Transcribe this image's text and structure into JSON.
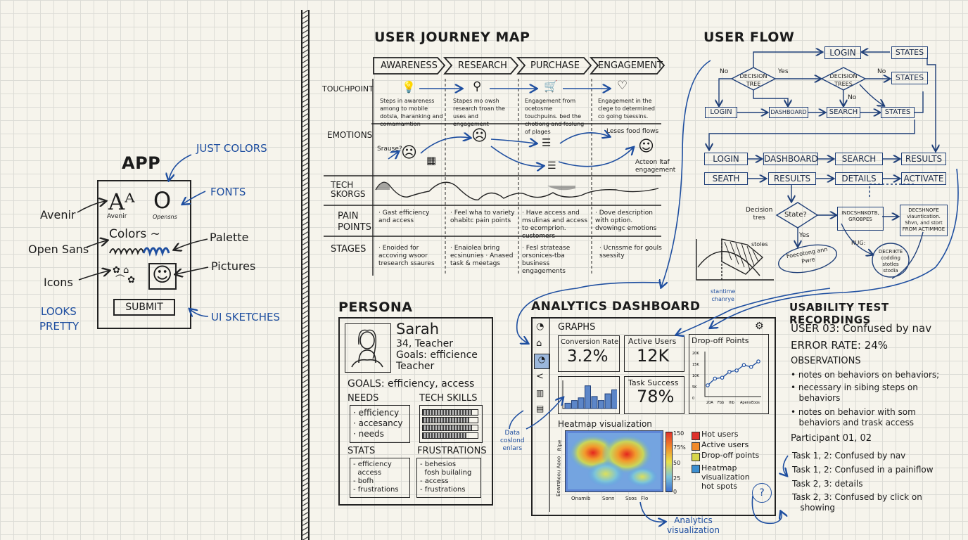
{
  "app": {
    "title": "APP",
    "aa_glyph": "Aᴬ",
    "font1": "Avenir",
    "o_glyph": "O",
    "font2": "Opensns",
    "colors": "Colors ∼",
    "submit": "SUBMIT",
    "smiley": "☺",
    "left_labels": [
      "Avenir",
      "Open Sans",
      "Icons"
    ],
    "looks_pretty": [
      "LOOKS",
      "PRETTY"
    ],
    "right_labels": [
      "JUST COLORS",
      "FONTS",
      "Palette",
      "Pictures",
      "UI SKETCHES"
    ]
  },
  "journey": {
    "title": "USER JOURNEY MAP",
    "stages": [
      "AWARENESS",
      "RESEARCH",
      "PURCHASE",
      "ENGAGEMENT"
    ],
    "rows": [
      "TOUCHPOINT",
      "EMOTIONS",
      "TECH\nSKORGS",
      "PAIN\nPOINTS",
      "STAGES"
    ],
    "touchpoints": [
      "Steps in awareness among to mobile dotsla, lharanking and comamamtion",
      "Stapes mo owsh research troan the uses and engagement",
      "Engagement from ocetosme touchpuins. bed the chotiong and foslung of plages",
      "Engagement in the clege to determined co going tsessins."
    ],
    "emotion_notes": [
      "Srause?",
      "Leses food flows",
      "Acteon ltaf engagement"
    ],
    "pain_points": [
      "· Gast efficiency and access",
      "· Feel wha to variety ohabitc pain points",
      "· Have access and msulinas and access to ecomprion. customers",
      "· Dove description with option. dvowingc emotions"
    ],
    "stages_notes": [
      "· Enoided for accoving wsoor tresearch ssaures",
      "· Enaiolea bring ecsinunies · Anased task & meetags",
      "· Fesl stratease orsonices-tba business engagements",
      "· Ucnssme for gouls ssessity"
    ]
  },
  "flow": {
    "title": "USER FLOW",
    "top": {
      "login": "LOGIN",
      "states": "STATES",
      "decision_tree": "DECISION\nTREE",
      "decision_trees": "DECISION\nTREES",
      "states2": "STATES",
      "login2": "LOGIN",
      "dashboard": "DASHBOARD",
      "search": "SEARCH",
      "states3": "STATES",
      "no1": "No",
      "yes1": "Yes",
      "no2": "No",
      "no3": "No"
    },
    "row1": [
      "LOGIN",
      "DASHBOARD",
      "SEARCH",
      "RESULTS"
    ],
    "row2": [
      "SEATH",
      "RESULTS",
      "DETAILS",
      "ACTIVATE"
    ],
    "decision": "State?",
    "decision_label": "Decision\ntres",
    "yes": "Yes",
    "node_a": "INDCSHNKOTB,\nGROBPES",
    "node_b": "DECSHNOFE\nviauntication.\nShvn, and stort\nFROM ACTIMMGE",
    "ellipse1": "Foecotong ann\nPwre",
    "ellipse2": "DECRIKTE\ncodding\nstotles\nstodia",
    "rug": "RUG:",
    "stoles": "stoles",
    "annotation": "stantime\nchanrye"
  },
  "persona": {
    "title": "PERSONA",
    "name": "Sarah",
    "line1": "34, Teacher",
    "line2": "Goals: efficience",
    "line3": "Teacher",
    "goals": "GOALS: efficiency, access",
    "needs_title": "NEEDS",
    "needs": [
      "· efficiency",
      "· accesancy",
      "· needs"
    ],
    "tech_title": "TECH SKILLS",
    "tech_levels": [
      0.9,
      0.85,
      0.9,
      0.8
    ],
    "stats_title": "STATS",
    "stats": [
      "- efficiency",
      "  access",
      "- bofh",
      "- frustrations"
    ],
    "frus_title": "FRUSTRATIONS",
    "frustrations": [
      "- behesios",
      "  fosh builaling",
      "- access",
      "- frustrations"
    ]
  },
  "dashboard": {
    "title": "ANALYTICS DASHBOARD",
    "graphs": "GRAPHS",
    "conversion_label": "Conversion Rate",
    "conversion_value": "3.2%",
    "active_label": "Active Users",
    "active_value": "12K",
    "dropoff_label": "Drop-off Points",
    "task_label": "Task Success",
    "task_value": "78%",
    "heatmap_title": "Heatmap visualization",
    "scale": [
      "150",
      "75%",
      "50",
      "25",
      "0"
    ],
    "heat_y": [
      "Ripe",
      "Aaoo",
      "Aoou",
      "Eowrs"
    ],
    "heat_x": [
      "Onamib",
      "Sonn",
      "Ssos",
      "Flo"
    ],
    "legend": [
      "Hot users",
      "Active users",
      "Drop-off points",
      "Heatmap\nvisualization\nhot spots"
    ],
    "legend_colors": [
      "#e0322c",
      "#f08a2a",
      "#d7d64a",
      "#3d8fd0"
    ],
    "dropoff_y": [
      "20K",
      "15K",
      "10K",
      "5K",
      "0"
    ],
    "dropoff_x": [
      "20A",
      "Fbb",
      "Ihb",
      "Apens",
      "Eoos"
    ],
    "dropoff_values": [
      25,
      40,
      42,
      55,
      58,
      70,
      66,
      78
    ],
    "bars_values": [
      0.2,
      0.3,
      0.4,
      0.85,
      0.45,
      0.3,
      0.55,
      0.7
    ],
    "side_note": "Data\ncoslond\nenlars",
    "bottom_note": "Analytics\nvisualization",
    "question": "?"
  },
  "usability": {
    "title": "USABILITY TEST RECORDINGS",
    "user": "USER 03: Confused by nav",
    "error": "ERROR RATE: 24%",
    "obs_title": "OBSERVATIONS",
    "observations": [
      "• notes on behaviors on behaviors;",
      "• necessary in sibing steps on\n   behaviors",
      "• notes on behavior with som\n   behaviors and trask access"
    ],
    "participant": "Participant 01, 02",
    "tasks": [
      "Task 1, 2: Confused by nav",
      "Task 1, 2: Confused in a painiflow",
      "Task 2, 3: details",
      "Task 2, 3: Confused by click on\n   showing"
    ]
  }
}
